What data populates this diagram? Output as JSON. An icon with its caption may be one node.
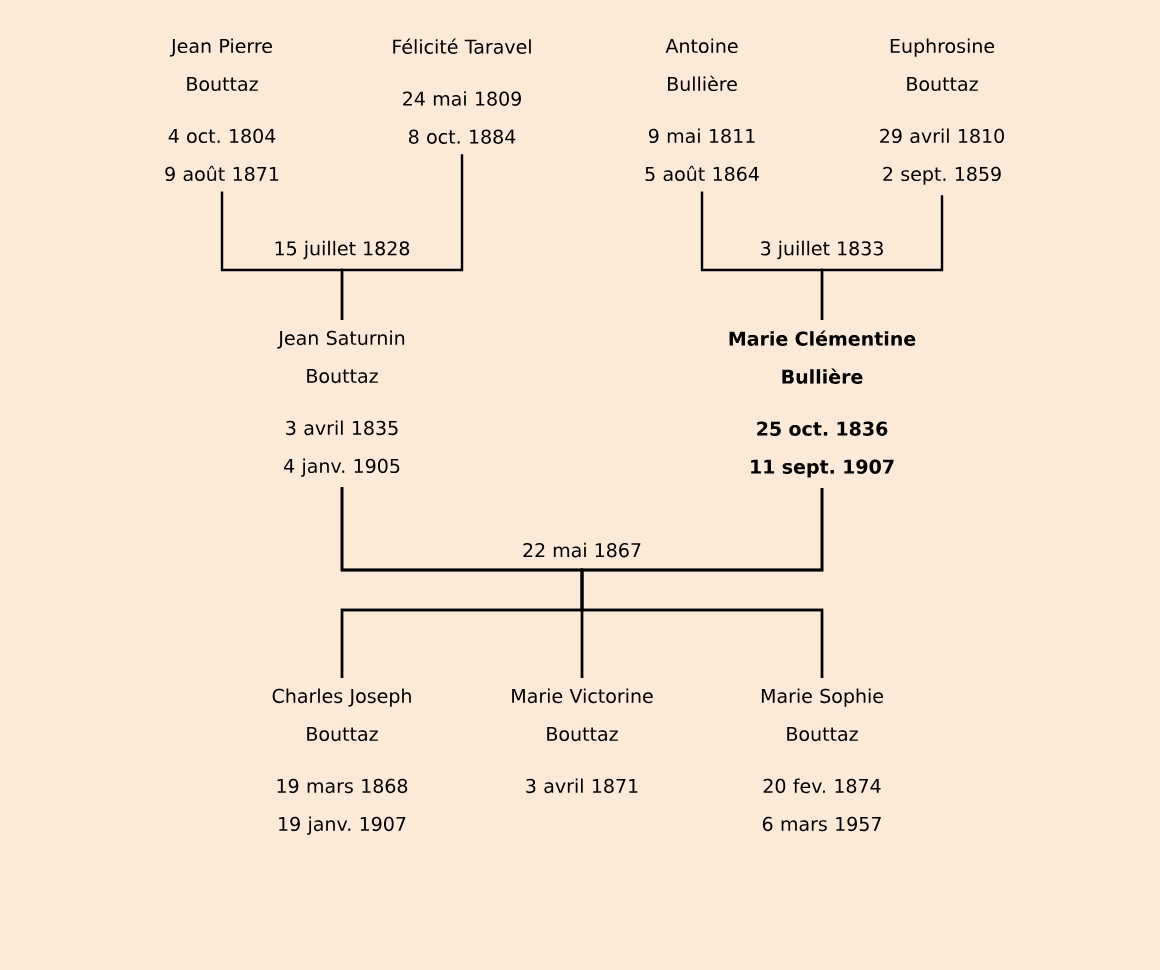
{
  "diagram": {
    "nodes": [
      {
        "text": [
          "Jean Pierre Bouttaz",
          "4 oct. 1804",
          "9 août 1871"
        ]
      },
      {
        "text": [
          "Félicité Taravel",
          "24 mai 1809",
          "8 oct. 1884"
        ]
      },
      {
        "text": [
          "Antoine Bullière",
          "9 mai 1811",
          "5 août 1864"
        ]
      },
      {
        "text": [
          "Euphrosine Bouttaz",
          "29 avril 1810",
          "2 sept. 1859"
        ]
      },
      {
        "text": [
          "Jean Saturnin Bouttaz",
          "3 avril 1835",
          "4 janv. 1905"
        ]
      },
      {
        "text": [
          "Marie Clémentine Bullière",
          "25 oct. 1836",
          "11 sept. 1907"
        ]
      },
      {
        "text": [
          "Charles Joseph Bouttaz",
          "19 mars 1868",
          "19 janv. 1907"
        ]
      },
      {
        "text": [
          "Marie Victorine Bouttaz",
          "3 avril 1871"
        ]
      },
      {
        "text": [
          "Marie Sophie Bouttaz",
          "20 fev. 1874",
          "6 mars 1957"
        ]
      }
    ],
    "edges": [
      {
        "from": 0,
        "to": 4,
        "arrow": "none",
        "label": "15 juillet 1828"
      },
      {
        "from": 1,
        "to": 4,
        "arrow": "none"
      },
      {
        "from": 2,
        "to": 5,
        "arrow": "none",
        "label": "3 juillet 1833"
      },
      {
        "from": 3,
        "to": 5,
        "arrow": "none"
      },
      {
        "from": 4,
        "to": 6,
        "arrow": "none",
        "label": "22 mai 1867"
      },
      {
        "from": 5,
        "to": 6,
        "arrow": "none"
      },
      {
        "from": 4,
        "to": 7,
        "arrow": "none"
      },
      {
        "from": 5,
        "to": 7,
        "arrow": "none"
      },
      {
        "from": 4,
        "to": 8,
        "arrow": "none"
      },
      {
        "from": 5,
        "to": 8,
        "arrow": "none"
      }
    ]
  }
}
